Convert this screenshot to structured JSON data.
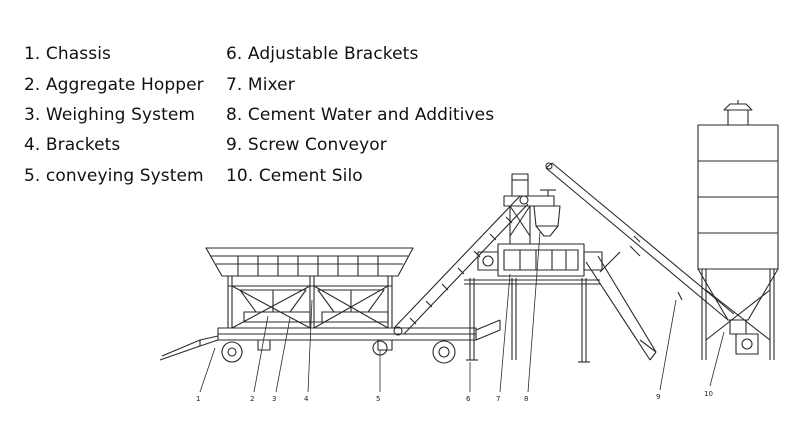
{
  "legend": [
    {
      "num": "1",
      "text": "1. Chassis"
    },
    {
      "num": "2",
      "text": "2. Aggregate Hopper"
    },
    {
      "num": "3",
      "text": "3. Weighing System"
    },
    {
      "num": "4",
      "text": "4. Brackets"
    },
    {
      "num": "5",
      "text": "5. conveying System"
    },
    {
      "num": "6",
      "text": "6. Adjustable Brackets"
    },
    {
      "num": "7",
      "text": "7. Mixer"
    },
    {
      "num": "8",
      "text": "8. Cement Water and Additives"
    },
    {
      "num": "9",
      "text": "9. Screw Conveyor"
    },
    {
      "num": "10",
      "text": "10. Cement Silo"
    }
  ],
  "callouts": [
    "1",
    "2",
    "3",
    "4",
    "5",
    "6",
    "7",
    "8",
    "9",
    "10"
  ],
  "colors": {
    "line": "#2a2a2a",
    "text": "#111111",
    "background": "#ffffff"
  }
}
